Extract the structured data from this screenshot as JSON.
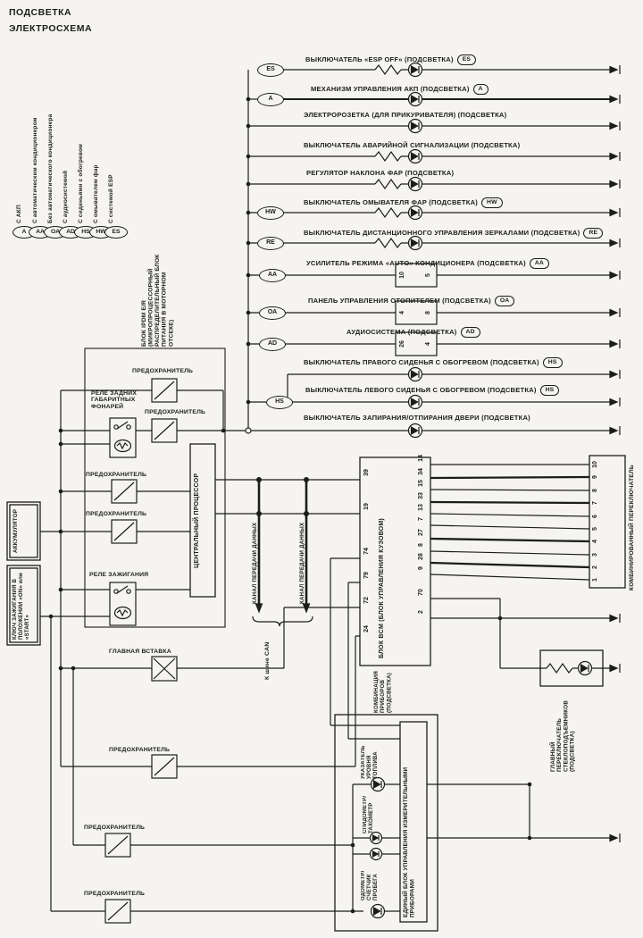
{
  "title": {
    "line1": "ПОДСВЕТКА",
    "line2": "ЭЛЕКТРОСХЕМА"
  },
  "legend": {
    "items": [
      {
        "code": "А",
        "label": "С АКП"
      },
      {
        "code": "АА",
        "label": "С автоматическим кондиционером"
      },
      {
        "code": "ОА",
        "label": "Без автоматического кондиционера"
      },
      {
        "code": "AD",
        "label": "С аудиосистемой"
      },
      {
        "code": "HS",
        "label": "С сиденьями с обогревом"
      },
      {
        "code": "HW",
        "label": "С омывателем фар"
      },
      {
        "code": "ES",
        "label": "С системой ESP"
      }
    ]
  },
  "circuits": [
    {
      "left": "ES",
      "label": "ВЫКЛЮЧАТЕЛЬ «ESP OFF» (ПОДСВЕТКА)",
      "code": "ES"
    },
    {
      "left": "А",
      "label": "МЕХАНИЗМ УПРАВЛЕНИЯ АКП (ПОДСВЕТКА)",
      "code": "А"
    },
    {
      "label": "ЭЛЕКТРОРОЗЕТКА (ДЛЯ ПРИКУРИВАТЕЛЯ) (ПОДСВЕТКА)",
      "code": ""
    },
    {
      "label": "ВЫКЛЮЧАТЕЛЬ АВАРИЙНОЙ СИГНАЛИЗАЦИИ (ПОДСВЕТКА)",
      "code": ""
    },
    {
      "label": "РЕГУЛЯТОР НАКЛОНА ФАР (ПОДСВЕТКА)",
      "code": ""
    },
    {
      "left": "HW",
      "label": "ВЫКЛЮЧАТЕЛЬ ОМЫВАТЕЛЯ ФАР (ПОДСВЕТКА)",
      "code": "HW"
    },
    {
      "left": "RE",
      "label": "ВЫКЛЮЧАТЕЛЬ ДИСТАНЦИОННОГО УПРАВЛЕНИЯ ЗЕРКАЛАМИ (ПОДСВЕТКА)",
      "code": "RE"
    },
    {
      "left": "АА",
      "label": "УСИЛИТЕЛЬ РЕЖИМА «AUTO» КОНДИЦИОНЕРА (ПОДСВЕТКА)",
      "code": "АА",
      "pins": [
        "10",
        "5"
      ]
    },
    {
      "left": "ОА",
      "label": "ПАНЕЛЬ УПРАВЛЕНИЯ ОТОПИТЕЛЕМ (ПОДСВЕТКА)",
      "code": "ОА",
      "pins": [
        "4",
        "8"
      ]
    },
    {
      "left": "AD",
      "label": "АУДИОСИСТЕМА (ПОДСВЕТКА)",
      "code": "AD",
      "pins": [
        "26",
        "4"
      ]
    },
    {
      "label": "ВЫКЛЮЧАТЕЛЬ ПРАВОГО СИДЕНЬЯ С ОБОГРЕВОМ (ПОДСВЕТКА)",
      "code": "HS"
    },
    {
      "left": "HS",
      "label": "ВЫКЛЮЧАТЕЛЬ ЛЕВОГО СИДЕНЬЯ С ОБОГРЕВОМ (ПОДСВЕТКА)",
      "code": "HS"
    },
    {
      "label": "ВЫКЛЮЧАТЕЛЬ ЗАПИРАНИЯ/ОТПИРАНИЯ ДВЕРИ (ПОДСВЕТКА)",
      "code": ""
    }
  ],
  "power": {
    "battery": "АККУМУЛЯТОР",
    "ignition_key": "КЛЮЧ ЗАЖИГАНИЯ В ПОЛОЖЕНИИ «ON» или «START»"
  },
  "ipdm": {
    "label": "БЛОК IPDM E/R (МИКРОПРОЦЕССОРНЫЙ РАСПРЕДЕЛИТЕЛЬНЫЙ БЛОК ПИТАНИЯ В МОТОРНОМ ОТСЕКЕ)",
    "fuse_label": "ПРЕДОХРАНИТЕЛЬ",
    "main_link_label": "ГЛАВНАЯ ВСТАВКА",
    "rear_lamp_relay": "РЕЛЕ ЗАДНИХ ГАБАРИТНЫХ ФОНАРЕЙ",
    "ignition_relay": "РЕЛЕ ЗАЖИГАНИЯ",
    "cpu": "ЦЕНТРАЛЬНЫЙ ПРОЦЕССОР"
  },
  "can": {
    "channel": "КАНАЛ ПЕРЕДАЧИ ДАННЫХ",
    "bus": "К шине CAN"
  },
  "bcm": {
    "label": "БЛОК BCM (БЛОК УПРАВЛЕНИЯ КУЗОВОМ)",
    "left_pins": [
      "39",
      "19",
      "74",
      "79",
      "72",
      "24"
    ],
    "right_pins": [
      "14",
      "34",
      "15",
      "33",
      "13",
      "7",
      "27",
      "8",
      "28",
      "9"
    ],
    "low_pins": [
      "70",
      "2"
    ]
  },
  "combo": {
    "label": "КОМБИНИРОВАННЫЙ ПЕРЕКЛЮЧАТЕЛЬ",
    "pins": [
      "10",
      "9",
      "8",
      "7",
      "6",
      "5",
      "4",
      "3",
      "2",
      "1"
    ]
  },
  "cluster": {
    "title": "КОМБИНАЦИЯ ПРИБОРОВ (ПОДСВЕТКА)",
    "unit": "ЕДИНЫЙ БЛОК УПРАВЛЕНИЯ ИЗМЕРИТЕЛЬНЫМИ ПРИБОРАМИ",
    "fuel": "УКАЗАТЕЛЬ УРОВНЯ ТОПЛИВА",
    "speed": "СПИДОМЕТР/ ТАХОМЕТР",
    "odo": "ОДОМЕТР/ СЧЕТЧИК ПРОБЕГА"
  },
  "window_switch": "ГЛАВНЫЙ ПЕРЕКЛЮЧАТЕЛЬ СТЕКЛОПОДЪЕМНИКОВ (ПОДСВЕТКА)",
  "colors": {
    "ink": "#1c1c1c",
    "paper": "#f5f4f0"
  }
}
